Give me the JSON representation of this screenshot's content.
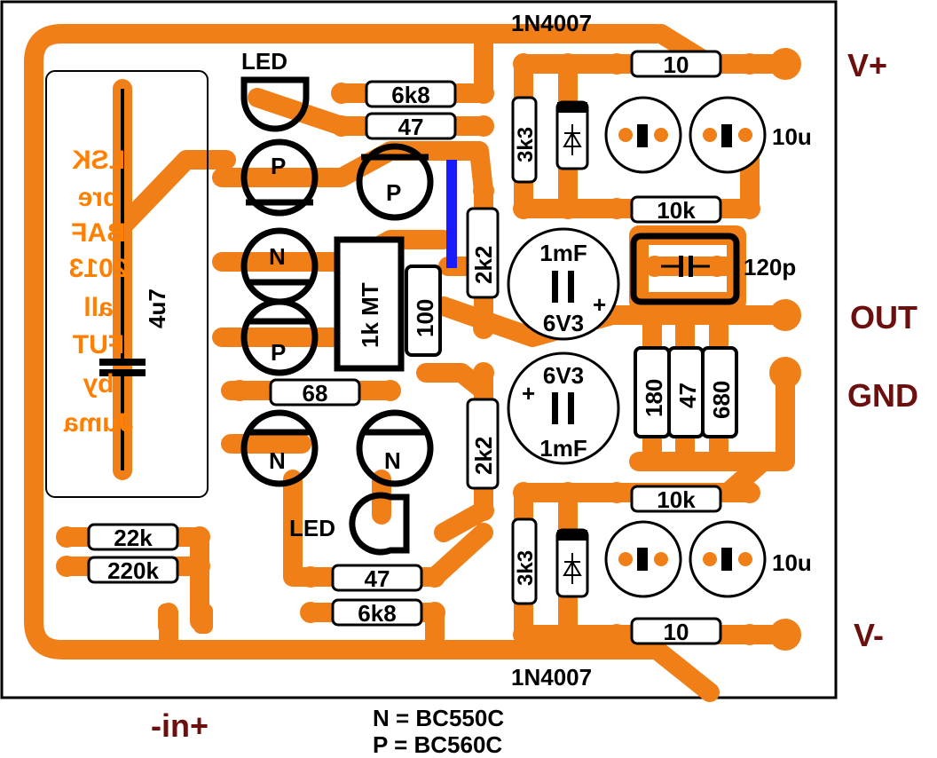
{
  "board": {
    "copper_color": "#f07f18",
    "silk_color": "#000000",
    "connector_color": "#6b0f0f",
    "jumper_color": "#1a1aff"
  },
  "labels": {
    "diode_top": "1N4007",
    "diode_bottom": "1N4007",
    "led_top": "LED",
    "led_bottom": "LED",
    "r_6k8_top": "6k8",
    "r_47_top": "47",
    "r_3k3_top": "3k3",
    "r_10_top": "10",
    "cap_10u_top": "10u",
    "r_10k_top": "10k",
    "cap_120p": "120p",
    "r_2k2_top": "2k2",
    "cap_1mf_top_value": "1mF",
    "cap_1mf_top_voltage": "6V3",
    "trimmer": "1k MT",
    "r_100": "100",
    "r_68": "68",
    "r_2k2_bottom": "2k2",
    "cap_1mf_bottom_voltage": "6V3",
    "cap_1mf_bottom_value": "1mF",
    "r_180": "180",
    "r_47_mid": "47",
    "r_680": "680",
    "r_10k_bottom": "10k",
    "r_3k3_bottom": "3k3",
    "cap_10u_bottom": "10u",
    "r_10_bottom": "10",
    "r_47_bottom": "47",
    "r_6k8_bottom": "6k8",
    "r_22k": "22k",
    "r_220k": "220k",
    "cap_4u7": "4u7",
    "transistor_p1": "P",
    "transistor_p2": "P",
    "transistor_n1": "N",
    "transistor_p3": "P",
    "transistor_n2": "N",
    "transistor_n3": "N",
    "cap_plus": "+"
  },
  "mirror_text": [
    "LSK",
    "pre",
    "BAF",
    "2013",
    "all",
    "FUT",
    "by",
    "Juma"
  ],
  "connectors": {
    "v_plus": "V+",
    "out": "OUT",
    "gnd": "GND",
    "v_minus": "V-",
    "input": "-in+"
  },
  "legend": {
    "n_line": "N = BC550C",
    "p_line": "P = BC560C"
  }
}
